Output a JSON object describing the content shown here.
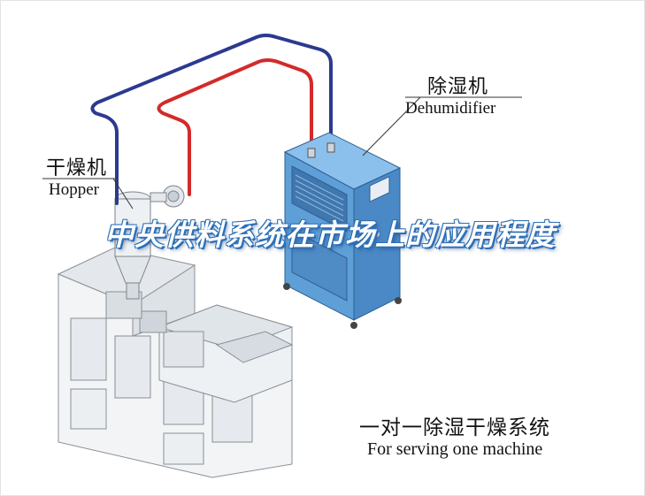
{
  "labels": {
    "dehumidifier_zh": "除湿机",
    "dehumidifier_en": "Dehumidifier",
    "hopper_zh": "干燥机",
    "hopper_en": "Hopper",
    "system_zh": "一对一除湿干燥系统",
    "system_en": "For serving one machine"
  },
  "overlay": {
    "title": "中央供料系统在市场上的应用程度"
  },
  "colors": {
    "pipe_blue": "#2b3a8f",
    "pipe_red": "#d42a2a",
    "dehumidifier_body": "#5f9fd8",
    "machine_body": "#eef0f2",
    "overlay_shadow": "#2d6fb7"
  }
}
